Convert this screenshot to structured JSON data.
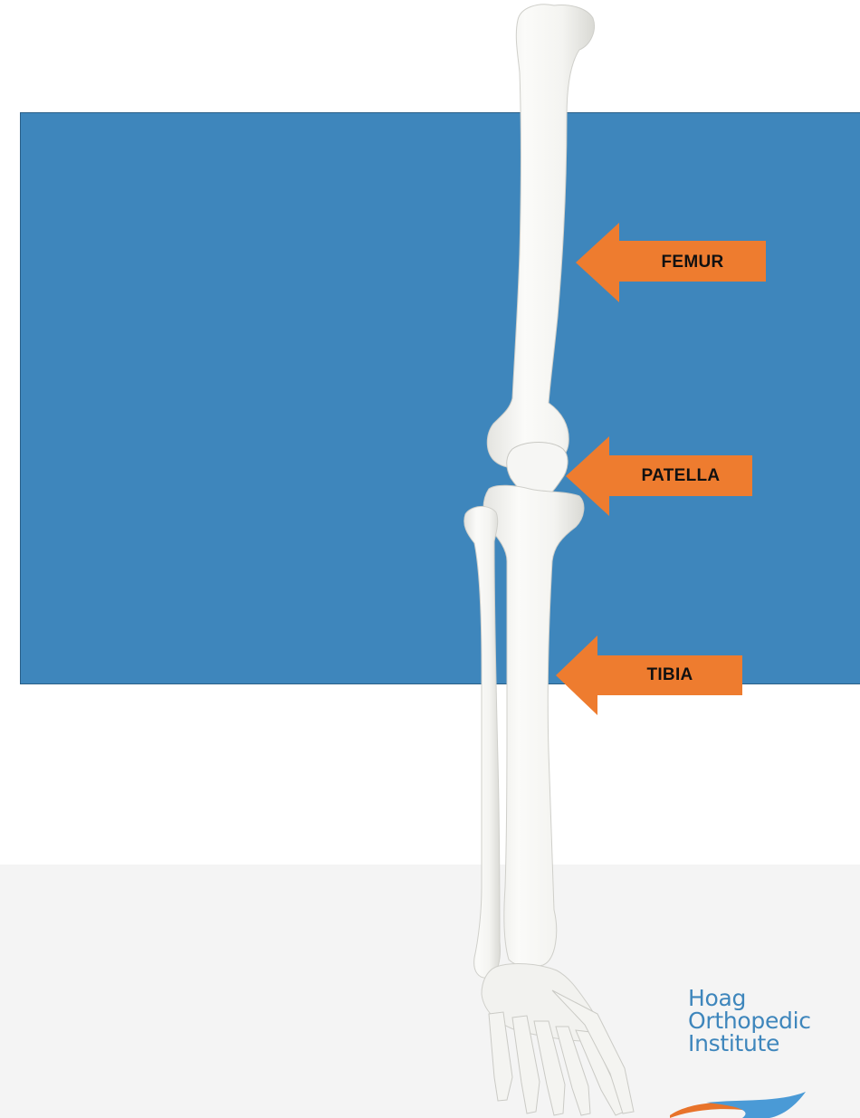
{
  "diagram": {
    "labels": {
      "femur": "FEMUR",
      "patella": "PATELLA",
      "tibia": "TIBIA"
    },
    "colors": {
      "panel": "#3e86bc",
      "arrow": "#ee7c2f",
      "bone": "#f3f3f1",
      "footer": "#f4f4f4"
    }
  },
  "logo": {
    "line1": "Hoag",
    "line2": "Orthopedic",
    "line3": "Institute",
    "colors": {
      "text": "#3e86bc",
      "swoosh_orange": "#e8732a",
      "swoosh_blue": "#4a9ad6"
    }
  }
}
